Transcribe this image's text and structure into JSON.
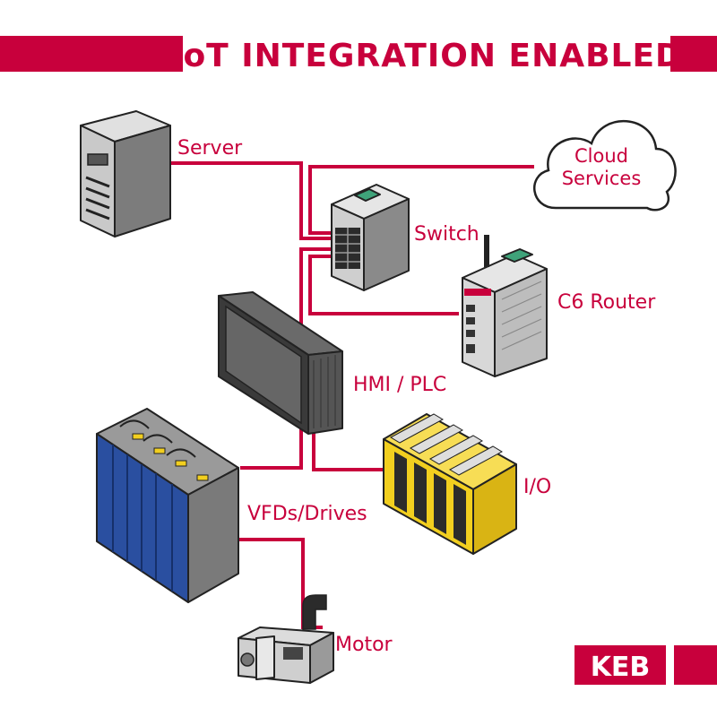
{
  "title": "IoT INTEGRATION ENABLED",
  "nodes": {
    "server": "Server",
    "cloud_line1": "Cloud",
    "cloud_line2": "Services",
    "switch": "Switch",
    "router": "C6 Router",
    "hmi": "HMI / PLC",
    "io": "I/O",
    "drives": "VFDs/Drives",
    "motor": "Motor"
  },
  "logo": "KEB",
  "colors": {
    "accent": "#c8003c",
    "drive_blue": "#2a4fa0",
    "io_yellow": "#f2cf1f",
    "device_grey": "#c9c9c9"
  }
}
